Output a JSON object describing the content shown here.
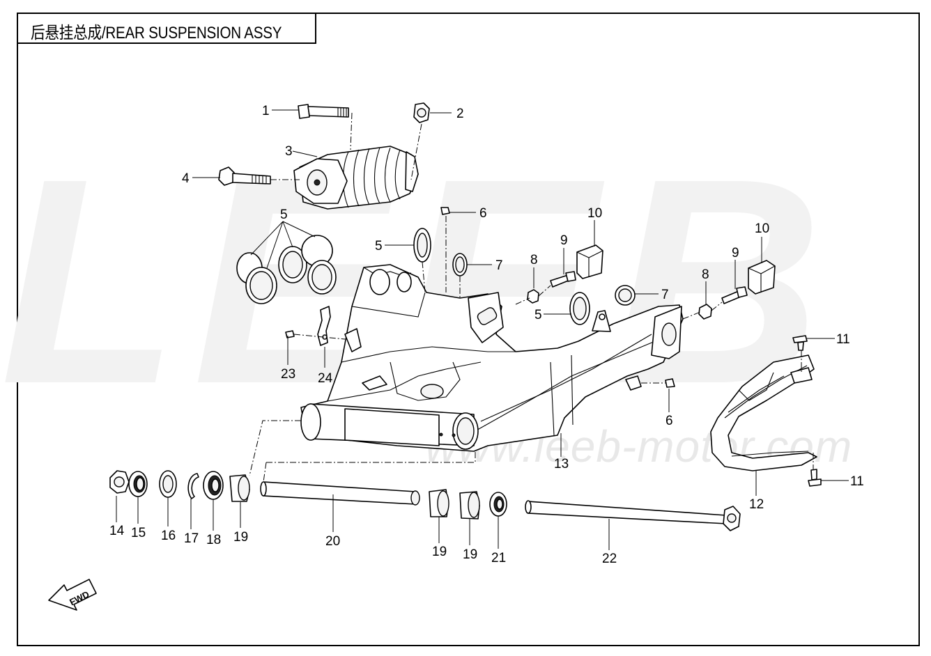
{
  "title": "后悬挂总成/REAR SUSPENSION  ASSY",
  "watermark": {
    "logo": "LEEB",
    "url": "www.leeb-motor.com"
  },
  "fwd_arrow": {
    "label": "FWD"
  },
  "callouts": [
    "1",
    "2",
    "3",
    "4",
    "5",
    "5",
    "5",
    "6",
    "6",
    "7",
    "7",
    "8",
    "8",
    "9",
    "9",
    "10",
    "10",
    "11",
    "11",
    "12",
    "13",
    "14",
    "15",
    "16",
    "17",
    "18",
    "19",
    "19",
    "19",
    "20",
    "21",
    "22",
    "23",
    "24"
  ]
}
